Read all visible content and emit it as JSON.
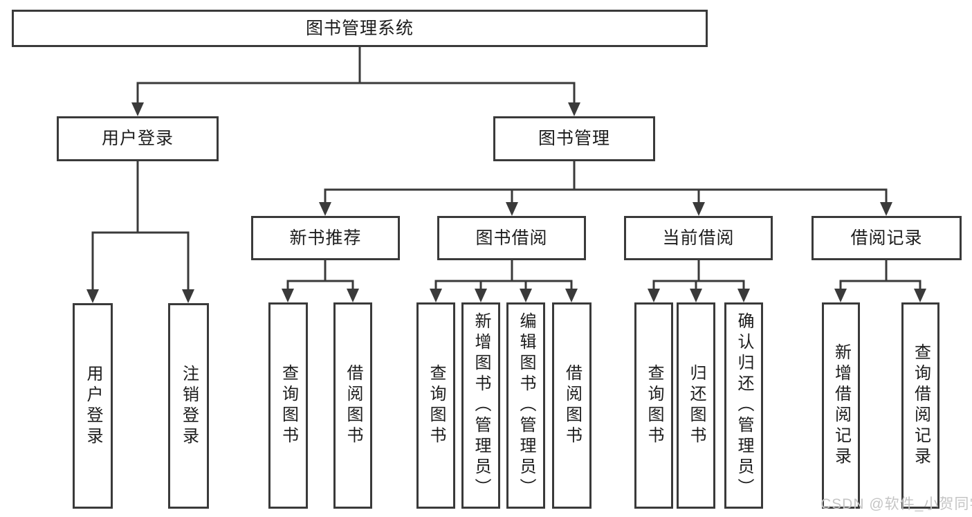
{
  "diagram_title": "图书管理系统",
  "nodes": {
    "root": "图书管理系统",
    "login": "用户登录",
    "mgmt": "图书管理",
    "rec": "新书推荐",
    "borrow": "图书借阅",
    "current": "当前借阅",
    "records": "借阅记录",
    "login_do": "用户登录",
    "login_out": "注销登录",
    "rec_query": "查询图书",
    "rec_borrow": "借阅图书",
    "bor_query": "查询图书",
    "bor_add": "新增图书（管理员）",
    "bor_edit": "编辑图书（管理员）",
    "bor_borrow": "借阅图书",
    "cur_query": "查询图书",
    "cur_return": "归还图书",
    "cur_confirm": "确认归还（管理员）",
    "rec2_add": "新增借阅记录",
    "rec2_query": "查询借阅记录"
  },
  "edges": [
    [
      "root",
      "login"
    ],
    [
      "root",
      "mgmt"
    ],
    [
      "login",
      "login_do"
    ],
    [
      "login",
      "login_out"
    ],
    [
      "mgmt",
      "rec"
    ],
    [
      "mgmt",
      "borrow"
    ],
    [
      "mgmt",
      "current"
    ],
    [
      "mgmt",
      "records"
    ],
    [
      "rec",
      "rec_query"
    ],
    [
      "rec",
      "rec_borrow"
    ],
    [
      "borrow",
      "bor_query"
    ],
    [
      "borrow",
      "bor_add"
    ],
    [
      "borrow",
      "bor_edit"
    ],
    [
      "borrow",
      "bor_borrow"
    ],
    [
      "current",
      "cur_query"
    ],
    [
      "current",
      "cur_return"
    ],
    [
      "current",
      "cur_confirm"
    ],
    [
      "records",
      "rec2_add"
    ],
    [
      "records",
      "rec2_query"
    ]
  ],
  "watermark": "CSDN @软件_小贺同学",
  "colors": {
    "line": "#3a3a3a",
    "text": "#1c1c1c",
    "background": "#ffffff",
    "watermark": "#c5c5c5"
  }
}
